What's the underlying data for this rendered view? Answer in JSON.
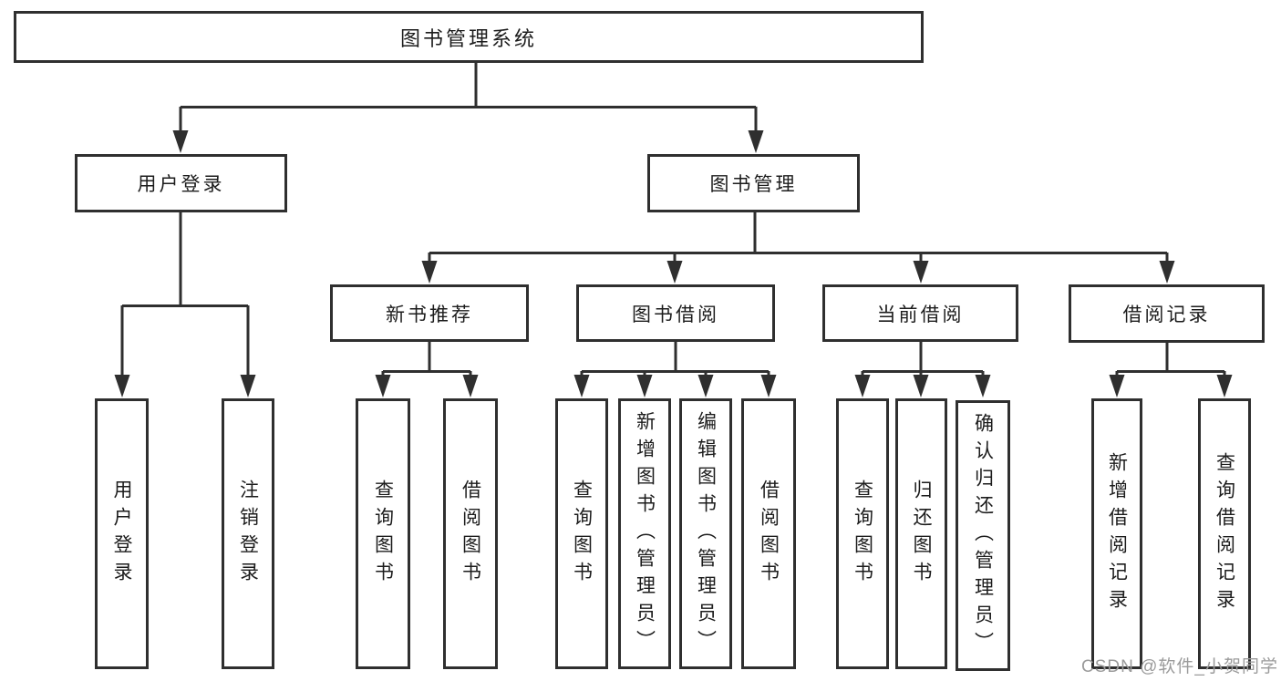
{
  "diagram_title": "图书管理系统",
  "colors": {
    "line": "#2f2f2f",
    "box_border": "#2f2f2f",
    "text": "#1c1c1c",
    "watermark": "#9b9b9b",
    "background": "#ffffff"
  },
  "tree": {
    "root": "图书管理系统",
    "branches": [
      {
        "label": "用户登录",
        "leaves": [
          "用户登录",
          "注销登录"
        ]
      },
      {
        "label": "图书管理",
        "groups": [
          {
            "label": "新书推荐",
            "leaves": [
              "查询图书",
              "借阅图书"
            ]
          },
          {
            "label": "图书借阅",
            "leaves": [
              "查询图书",
              "新增图书（管理员）",
              "编辑图书（管理员）",
              "借阅图书"
            ]
          },
          {
            "label": "当前借阅",
            "leaves": [
              "查询图书",
              "归还图书",
              "确认归还（管理员）"
            ]
          },
          {
            "label": "借阅记录",
            "leaves": [
              "新增借阅记录",
              "查询借阅记录"
            ]
          }
        ]
      }
    ]
  },
  "watermark": "CSDN @软件_小贺同学"
}
